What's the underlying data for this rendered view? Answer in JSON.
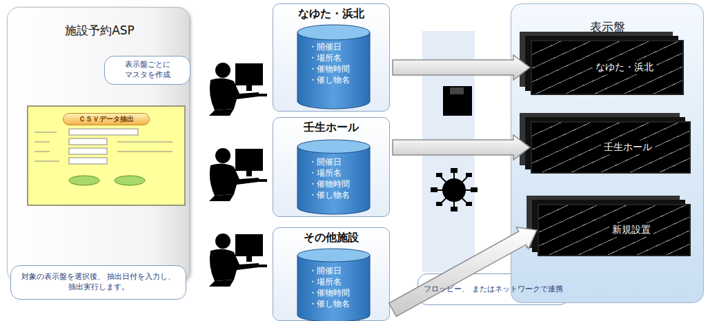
{
  "diagram": {
    "nodes": [
      {
        "text": [
          "施設予約ASP"
        ]
      },
      {
        "text": [
          "表示盤ごとに マスタを作成"
        ],
        "in": 0
      },
      {
        "text": [
          "ＣＳＶデータ抽出"
        ],
        "in": 0
      },
      {
        "text": [
          "対象の表示盤を選択後、 抽出日付を入力し、抽出実行します。"
        ]
      },
      {
        "text": [
          "なゆた・浜北"
        ]
      },
      {
        "text": [
          "・開催日",
          "・場所名",
          "・催物時間",
          "・催し物名"
        ],
        "in": 4
      },
      {
        "text": [
          "壬生ホール"
        ]
      },
      {
        "text": [
          "・開催日",
          "・場所名",
          "・催物時間",
          "・催し物名"
        ],
        "in": 6
      },
      {
        "text": [
          "その他施設"
        ]
      },
      {
        "text": [
          "・開催日",
          "・場所名",
          "・催物時間",
          "・催し物名"
        ],
        "in": 8
      },
      {
        "text": [
          "フロッピー、 またはネットワークで連携"
        ]
      },
      {
        "text": [
          "表示盤"
        ]
      },
      {
        "text": [
          "なゆた・浜北"
        ],
        "in": 11
      },
      {
        "text": [
          "壬生ホール"
        ],
        "in": 11
      },
      {
        "text": [
          "新規設置"
        ],
        "in": 11
      }
    ],
    "edges": [
      {
        "from": 4,
        "to": 12,
        "arrow": "to"
      },
      {
        "from": 6,
        "to": 13,
        "arrow": "to"
      },
      {
        "from": 8,
        "to": 14,
        "arrow": "to"
      }
    ]
  }
}
